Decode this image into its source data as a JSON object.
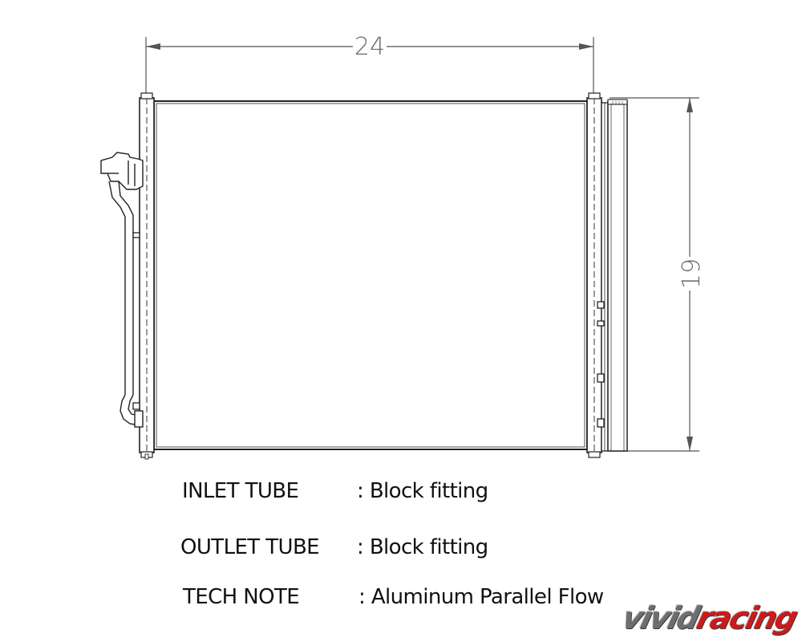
{
  "dimensions": {
    "width_label": "24",
    "height_label": "19"
  },
  "specs": [
    {
      "label": "INLET TUBE",
      "value": ": Block fitting"
    },
    {
      "label": "OUTLET TUBE",
      "value": ": Block fitting"
    },
    {
      "label": "TECH NOTE",
      "value": ": Aluminum Parallel Flow"
    }
  ],
  "logo": {
    "text_main": "vivid",
    "text_accent": "racing"
  },
  "colors": {
    "line": "#333333",
    "dimension_line": "#555555",
    "logo_accent": "#cc1b1b"
  }
}
